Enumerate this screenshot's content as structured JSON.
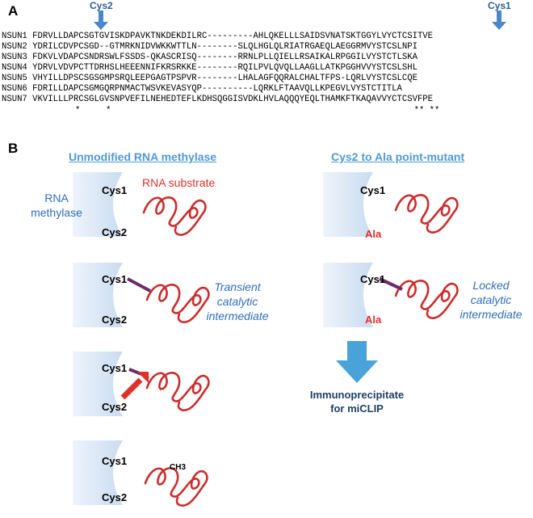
{
  "panel_a": {
    "letter": "A",
    "cys2_label": "Cys2",
    "cys1_label": "Cys1",
    "rows": [
      {
        "name": "NSUN1",
        "seq": "FDRVLLDAPCSGTGVISKDPAVKTNKDEKDILRC---------AHLQKELLLSAIDSVNATSKTGGYLVYCTCSITVE"
      },
      {
        "name": "NSUN2",
        "seq": "YDRILCDVPCSGD--GTMRKNIDVWKKWTTLN--------SLQLHGLQLRIATRGAEQLAEGGRMVYSTCSLNPI"
      },
      {
        "name": "NSUN3",
        "seq": "FDKVLVDAPCSNDRSWLFSSDS-QKASCRISQ--------RRNLPLLQIELLRSAIKALRPGGILVYSTCTLSKA"
      },
      {
        "name": "NSUN4",
        "seq": "YDRVLVDVPCTTDRHSLHEEENNIFKRSRKKE--------RQILPVLQVQLLAAGLLATKPGGHVVYSTCSLSHL"
      },
      {
        "name": "NSUN5",
        "seq": "VHYILLDPSCSGSGMPSRQLEEPGAGTPSPVR--------LHALAGFQQRALCHALTFPS-LQRLVYSTCSLCQE"
      },
      {
        "name": "NSUN6",
        "seq": "FDRILLDAPCSGMGQRPNMACTWSVKEVASYQP----------LQRKLFTAAVQLLKPEGVLVYSTCTITLA"
      },
      {
        "name": "NSUN7",
        "seq": "VKVILLLPRCSGLGVSNPVEFILNEHEDTEFLKDHSQGGISVDKLHVLAQQQYEQLTHAMKFTKAQAVVYCTCSVFPE"
      }
    ],
    "stars": "*     *                                                           ** **"
  },
  "panel_b": {
    "letter": "B",
    "left_heading": "Unmodified RNA methylase",
    "right_heading": "Cys2 to Ala point-mutant",
    "enzyme_label": "RNA\nmethylase",
    "substrate_label": "RNA substrate",
    "cys1": "Cys1",
    "cys2": "Cys2",
    "ala": "Ala",
    "transient_label": "Transient\ncatalytic\nintermediate",
    "locked_label": "Locked\ncatalytic\nintermediate",
    "ch3": "CH3",
    "ip_label": "Immunoprecipitate\nfor miCLIP"
  },
  "colors": {
    "arrow_blue": "#4a86c8",
    "heading_blue": "#4f9ad6",
    "enzyme_fill": "#d3e3f3",
    "rna_red": "#cc2d2d",
    "bond_purple": "#6b2c6b",
    "ala_red": "#e0302a",
    "big_arrow": "#4aa3d8",
    "ip_navy": "#1f3f66"
  }
}
